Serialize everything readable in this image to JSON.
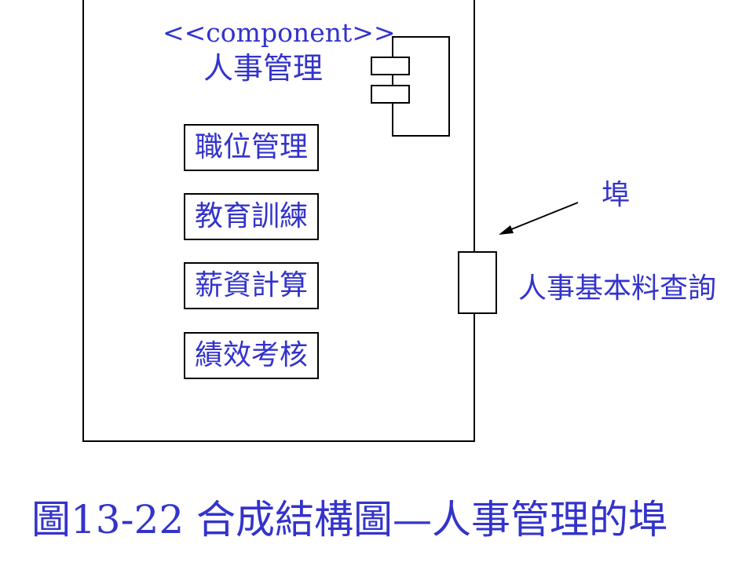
{
  "diagram": {
    "stereotype": "<<component>>",
    "component_name": "人事管理",
    "parts": [
      {
        "label": "職位管理"
      },
      {
        "label": "教育訓練"
      },
      {
        "label": "薪資計算"
      },
      {
        "label": "績效考核"
      }
    ],
    "port_label": "埠",
    "interface_label": "人事基本料查詢"
  },
  "caption": "圖13-22 合成結構圖—人事管理的埠",
  "colors": {
    "text": "#3333cc",
    "lines": "#000000",
    "background": "#ffffff"
  }
}
